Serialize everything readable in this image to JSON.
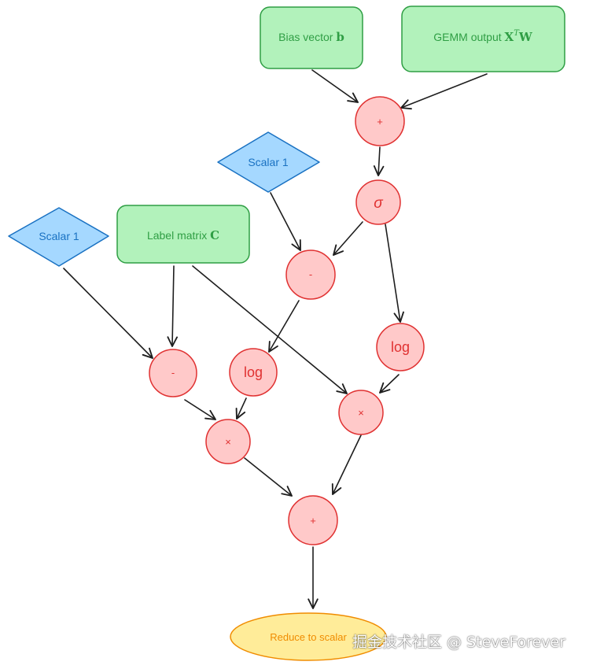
{
  "colors": {
    "green_fill": "#b2f2bb",
    "green_stroke": "#2f9e44",
    "blue_fill": "#a5d8ff",
    "blue_stroke": "#1971c2",
    "red_fill": "#ffc9c9",
    "red_stroke": "#e03131",
    "yellow_fill": "#ffec99",
    "yellow_stroke": "#f08c00",
    "edge": "#1e1e1e"
  },
  "nodes": {
    "bias": {
      "text": "Bias vector ",
      "math": "b"
    },
    "gemm": {
      "text": "GEMM output ",
      "math": "X",
      "sup": "T",
      "math2": "W"
    },
    "add_top": {
      "label": "+"
    },
    "sigmoid": {
      "label": "σ"
    },
    "scalar_a": {
      "label": "Scalar 1"
    },
    "scalar_b": {
      "label": "Scalar 1"
    },
    "label_matrix": {
      "text": "Label matrix ",
      "math": "C"
    },
    "minus_mid": {
      "label": "-"
    },
    "log_right": {
      "label": "log"
    },
    "minus_left": {
      "label": "-"
    },
    "log_mid": {
      "label": "log"
    },
    "mul_right": {
      "label": "×"
    },
    "mul_left": {
      "label": "×"
    },
    "add_bottom": {
      "label": "+"
    },
    "reduce": {
      "label": "Reduce to scalar"
    }
  },
  "watermark": "掘金技术社区 @ SteveForever"
}
